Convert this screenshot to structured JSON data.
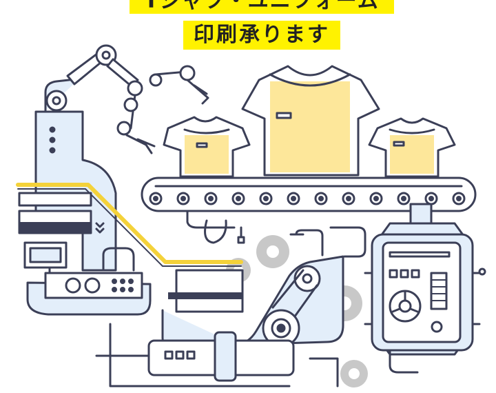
{
  "banner": {
    "line1": "Tシャツ・ユニフォーム",
    "line2": "印刷承ります"
  },
  "colors": {
    "accent_yellow": "#fff200",
    "shirt_fill": "#fde79a",
    "machine_fill": "#e3eefa",
    "outline": "#3b3f57",
    "gear_gray": "#c8c8c8"
  },
  "illustration": {
    "subject": "t-shirt printing factory line",
    "shirt_count": 3
  }
}
